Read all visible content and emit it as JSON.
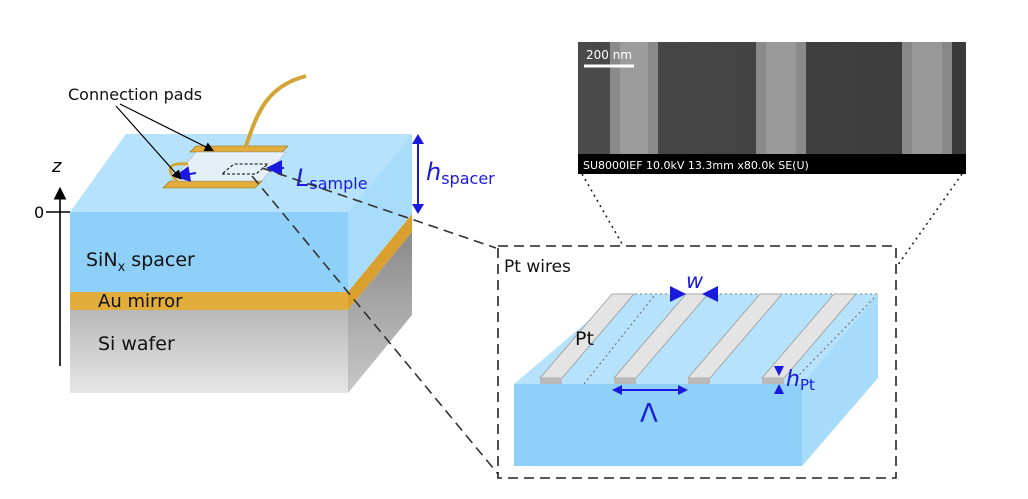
{
  "labels": {
    "connection_pads": "Connection pads",
    "z_axis": "z",
    "zero": "0",
    "spacer_main": "SiN",
    "spacer_sub": "x",
    "spacer_rest": " spacer",
    "au_mirror": "Au mirror",
    "si_wafer": "Si wafer",
    "l_main": "L",
    "l_sub": "sample",
    "h_main": "h",
    "h_sub": "spacer",
    "pt_wires_title": "Pt wires",
    "pt": "Pt",
    "w": "w",
    "lambda": "Λ",
    "hpt_main": "h",
    "hpt_sub": "Pt"
  },
  "sem": {
    "scale_bar": "200 nm",
    "info": "SU8000IEF 10.0kV 13.3mm x80.0k SE(U)"
  },
  "colors": {
    "spacer_top": "#b7e2fb",
    "spacer_front": "#8fd0f8",
    "gold": "#e2ad3a",
    "annotation_blue": "#1a1adf"
  }
}
